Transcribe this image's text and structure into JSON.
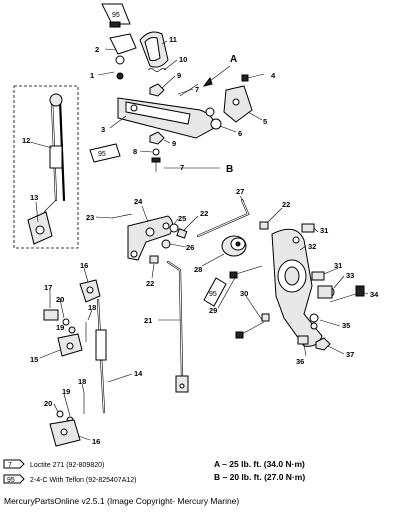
{
  "diagram": {
    "callouts": [
      "1",
      "2",
      "3",
      "4",
      "5",
      "6",
      "7",
      "8",
      "9",
      "10",
      "11",
      "12",
      "13",
      "14",
      "15",
      "16",
      "17",
      "18",
      "19",
      "20",
      "21",
      "22",
      "23",
      "24",
      "25",
      "26",
      "27",
      "28",
      "29",
      "30",
      "31",
      "32",
      "33",
      "34",
      "35",
      "36",
      "37"
    ],
    "reference_A": "A",
    "reference_B": "B",
    "legend": {
      "loctite_code": "7",
      "loctite_text": "Loctite 271 (92-809820)",
      "teflon_code": "95",
      "teflon_text": "2-4-C  With Teflon (92-825407A12)",
      "torque_A": "A – 25 lb. ft. (34.0 N·m)",
      "torque_B": "B – 20 lb. ft. (27.0 N·m)"
    }
  },
  "caption": "MercuryPartsOnline v2.5.1 (Image Copyright- Mercury Marine)"
}
